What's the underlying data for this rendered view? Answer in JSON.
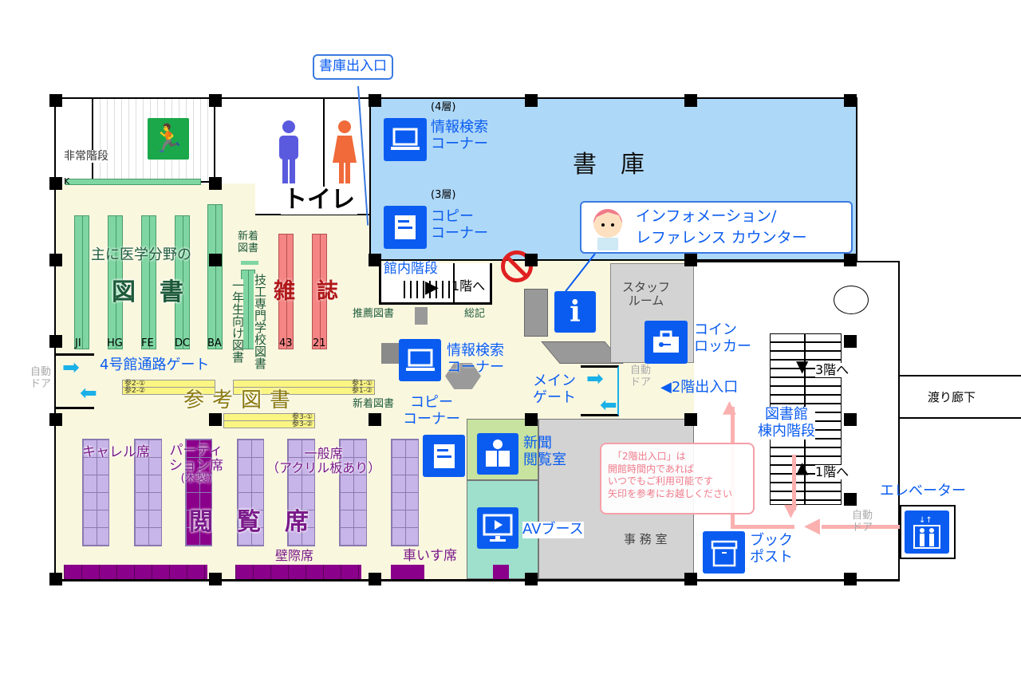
{
  "labels": {
    "stack_entrance": "書庫出入口",
    "emergency_stairs": "非常階段",
    "toilet": "トイレ",
    "stack_room": "書　庫",
    "floor4": "(4層)",
    "floor3": "(3層)",
    "stack_search_1": "情報検索",
    "stack_search_2": "コーナー",
    "stack_copy_1": "コピー",
    "stack_copy_2": "コーナー",
    "info_1": "インフォメーション/",
    "info_2": "レファレンス カウンター",
    "medical_1": "主に医学分野の",
    "medical_2": "図　書",
    "new_books": "新着",
    "new_books2": "図書",
    "freshman": "一年生向け図書",
    "technical": "技工専門学校図書",
    "magazines": "雑　誌",
    "gate4": "4号館通路ゲート",
    "auto_door": "自動",
    "auto_door2": "ドア",
    "reference": "参考図書",
    "internal_stairs": "館内階段",
    "to_1f": "1階へ",
    "recommended": "推薦図書",
    "general": "総記",
    "search_1": "情報検索",
    "search_2": "コーナー",
    "new_books_mid": "新着図書",
    "copy_1": "コピー",
    "copy_2": "コーナー",
    "newspaper_1": "新聞",
    "newspaper_2": "閲覧室",
    "av": "AVブース",
    "office": "事 務 室",
    "staff_1": "スタッフ",
    "staff_2": "ルーム",
    "locker_1": "コイン",
    "locker_2": "ロッカー",
    "main_gate_1": "メイン",
    "main_gate_2": "ゲート",
    "entrance_2f": "◀2階出入口",
    "to_3f": "3階へ",
    "to_1f_b": "1階へ",
    "building_stairs_1": "図書館",
    "building_stairs_2": "棟内階段",
    "corridor": "渡り廊下",
    "elevator": "エレベーター",
    "book_post_1": "ブック",
    "book_post_2": "ポスト",
    "carrel": "キャレル席",
    "partition_1": "パーティ",
    "partition_2": "ション席",
    "partition_3": "(木製)",
    "open_seats_1": "一般席",
    "open_seats_2": "（アクリル板あり）",
    "reading": "閲　覧　席",
    "wall_seats": "壁際席",
    "wheelchair": "車いす席",
    "k": "K"
  },
  "shelves_green": [
    "JI",
    "HG",
    "FE",
    "DC",
    "BA"
  ],
  "shelves_red": [
    "43",
    "21"
  ],
  "shelves_yellow": {
    "s2": [
      "参2-①",
      "参2-②"
    ],
    "s1": [
      "参1-①",
      "参1-②"
    ],
    "s3": [
      "参3-①",
      "参3-②"
    ]
  },
  "notice": [
    "「2階出入口」は",
    "開館時間内であれば",
    "いつでもご利用可能です",
    "矢印を参考にお越しください"
  ],
  "colors": {
    "accent": "#0a5cf0",
    "stack": "#aed8f8",
    "floor": "#faf7df",
    "notice": "#f58a9a"
  }
}
